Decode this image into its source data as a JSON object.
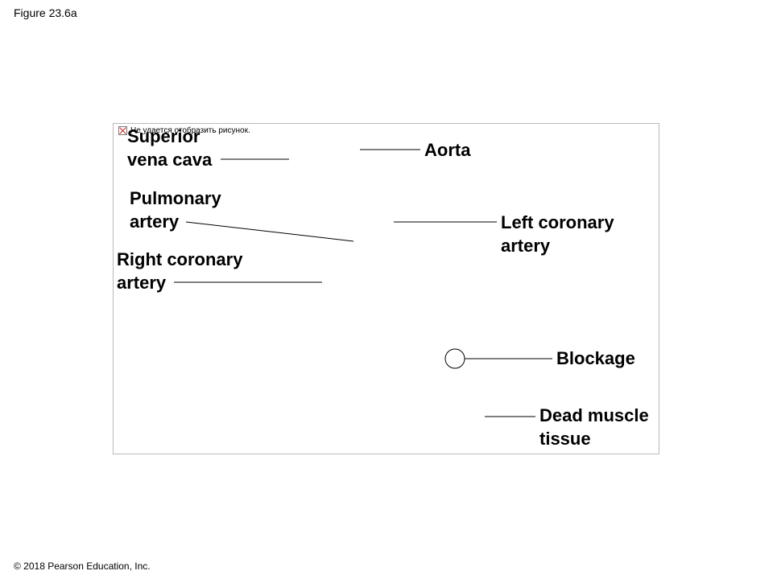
{
  "figure_label": "Figure 23.6a",
  "copyright": "© 2018 Pearson Education, Inc.",
  "broken_image_text": "Не удается отобразить рисунок.",
  "labels": {
    "superior_vena_cava": {
      "line1": "Superior",
      "line2": "vena cava"
    },
    "aorta": {
      "line1": "Aorta"
    },
    "pulmonary_artery": {
      "line1": "Pulmonary",
      "line2": "artery"
    },
    "left_coronary_artery": {
      "line1": "Left coronary",
      "line2": "artery"
    },
    "right_coronary_artery": {
      "line1": "Right coronary",
      "line2": "artery"
    },
    "blockage": {
      "line1": "Blockage"
    },
    "dead_muscle_tissue": {
      "line1": "Dead muscle",
      "line2": "tissue"
    }
  }
}
